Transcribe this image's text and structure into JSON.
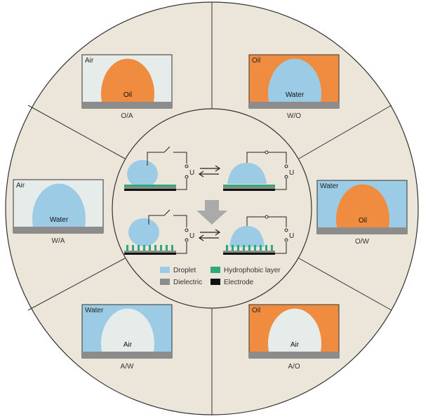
{
  "colors": {
    "background": "#ebe6d9",
    "air": "#e6ecea",
    "water": "#9ccbe6",
    "oil": "#f08c3f",
    "dielectric": "#8c8c8c",
    "hydrophobic": "#2eaa7a",
    "electrode": "#111111",
    "arrow": "#aaaaaa"
  },
  "panels": [
    {
      "id": "oa",
      "medium": "Air",
      "droplet": "Oil",
      "caption": "O/A"
    },
    {
      "id": "wo",
      "medium": "Oil",
      "droplet": "Water",
      "caption": "W/O"
    },
    {
      "id": "wa",
      "medium": "Air",
      "droplet": "Water",
      "caption": "W/A"
    },
    {
      "id": "ow",
      "medium": "Water",
      "droplet": "Oil",
      "caption": "O/W"
    },
    {
      "id": "aw",
      "medium": "Water",
      "droplet": "Air",
      "caption": "A/W"
    },
    {
      "id": "ao",
      "medium": "Oil",
      "droplet": "Air",
      "caption": "A/O"
    }
  ],
  "circuit": {
    "voltage_label": "U"
  },
  "legend": [
    {
      "label": "Droplet",
      "color": "#9ccbe6"
    },
    {
      "label": "Hydrophobic layer",
      "color": "#2eaa7a"
    },
    {
      "label": "Dielectric",
      "color": "#8c8c8c"
    },
    {
      "label": "Electrode",
      "color": "#111111"
    }
  ]
}
